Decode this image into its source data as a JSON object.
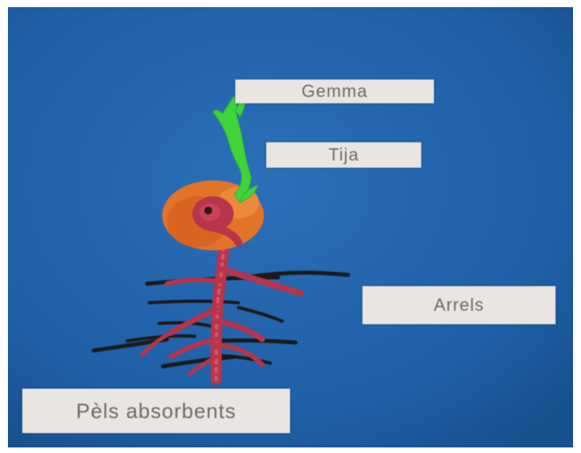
{
  "labels": {
    "gemma": "Gemma",
    "tija": "Tija",
    "arrels": "Arrels",
    "pels_absorbents": "Pèls absorbents"
  },
  "colors": {
    "background": "#1f5fa6",
    "label_paper": "#e9e6e2",
    "label_text": "#6b6b6b",
    "shoot": "#3fd43a",
    "seed_coat": "#e2742a",
    "root": "#b8344a",
    "root_hair": "#1a1a1a"
  }
}
